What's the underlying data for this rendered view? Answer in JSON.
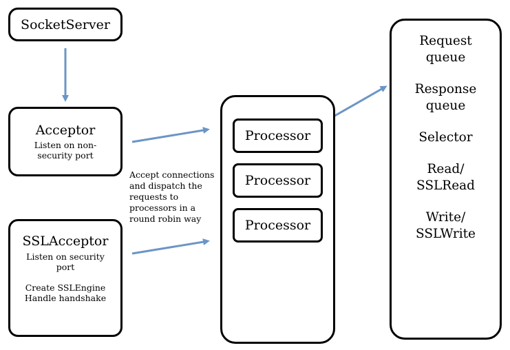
{
  "socket_server": {
    "title": "SocketServer"
  },
  "acceptor": {
    "title": "Acceptor",
    "desc_1": "Listen on non-",
    "desc_2": "security port"
  },
  "ssl_acceptor": {
    "title": "SSLAcceptor",
    "desc_1": "Listen on security",
    "desc_2": "port",
    "desc_3": "Create SSLEngine",
    "desc_4": "Handle handshake"
  },
  "caption": {
    "line_1": "Accept connections",
    "line_2": "and dispatch the",
    "line_3": "requests to",
    "line_4": "processors in a",
    "line_5": "round robin way"
  },
  "processors": [
    {
      "label": "Processor"
    },
    {
      "label": "Processor"
    },
    {
      "label": "Processor"
    }
  ],
  "right_panel": {
    "request_1": "Request",
    "request_2": "queue",
    "response_1": "Response",
    "response_2": "queue",
    "selector": "Selector",
    "read_1": "Read/",
    "read_2": "SSLRead",
    "write_1": "Write/",
    "write_2": "SSLWrite"
  },
  "colors": {
    "arrow": "#6b95c6",
    "border": "#000000"
  }
}
